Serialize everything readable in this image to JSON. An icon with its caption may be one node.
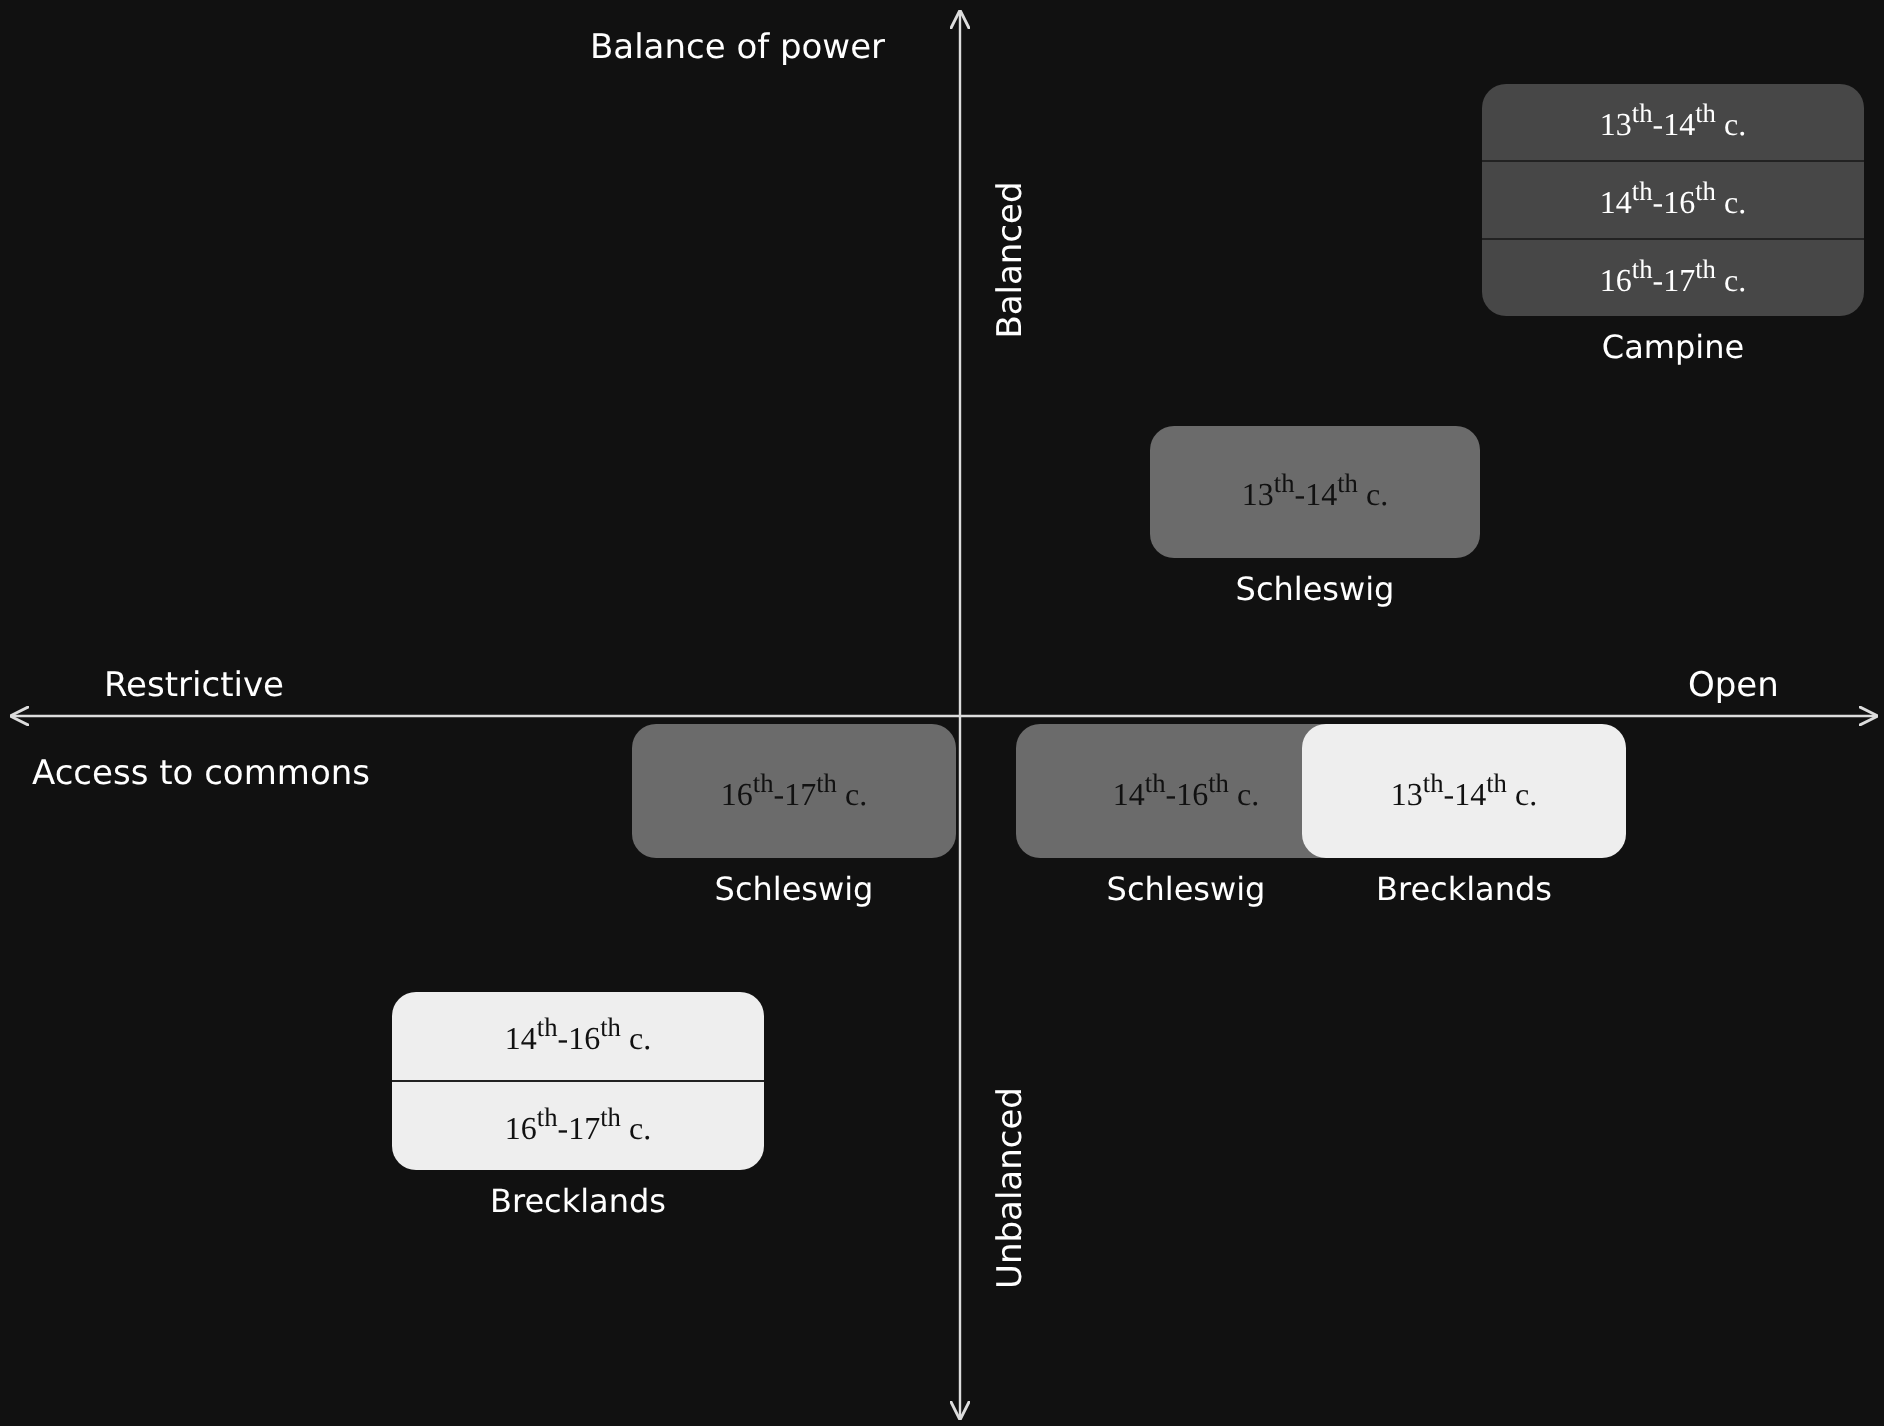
{
  "diagram": {
    "nodes": [
      {
        "text": [
          "13$^{th}$-14$^{th}$ c.",
          "14$^{th}$-16$^{th}$ c.",
          "16$^{th}$-17$^{th}$ c.",
          "Campine"
        ]
      },
      {
        "text": [
          "13$^{th}$-14$^{th}$ c.",
          "Schleswig"
        ]
      },
      {
        "text": [
          "16$^{th}$-17$^{th}$ c.",
          "Schleswig"
        ]
      },
      {
        "text": [
          "14$^{th}$-16$^{th}$ c.",
          "Schleswig"
        ]
      },
      {
        "text": [
          "13$^{th}$-14$^{th}$ c.",
          "Brecklands"
        ]
      },
      {
        "text": [
          "14$^{th}$-16$^{th}$ c.",
          "16$^{th}$-17$^{th}$ c.",
          "Brecklands"
        ]
      }
    ],
    "edges": [],
    "labels": [
      "Balance of power",
      "Balanced",
      "Restrictive",
      "Open",
      "Access to commons",
      "Unbalanced"
    ]
  }
}
